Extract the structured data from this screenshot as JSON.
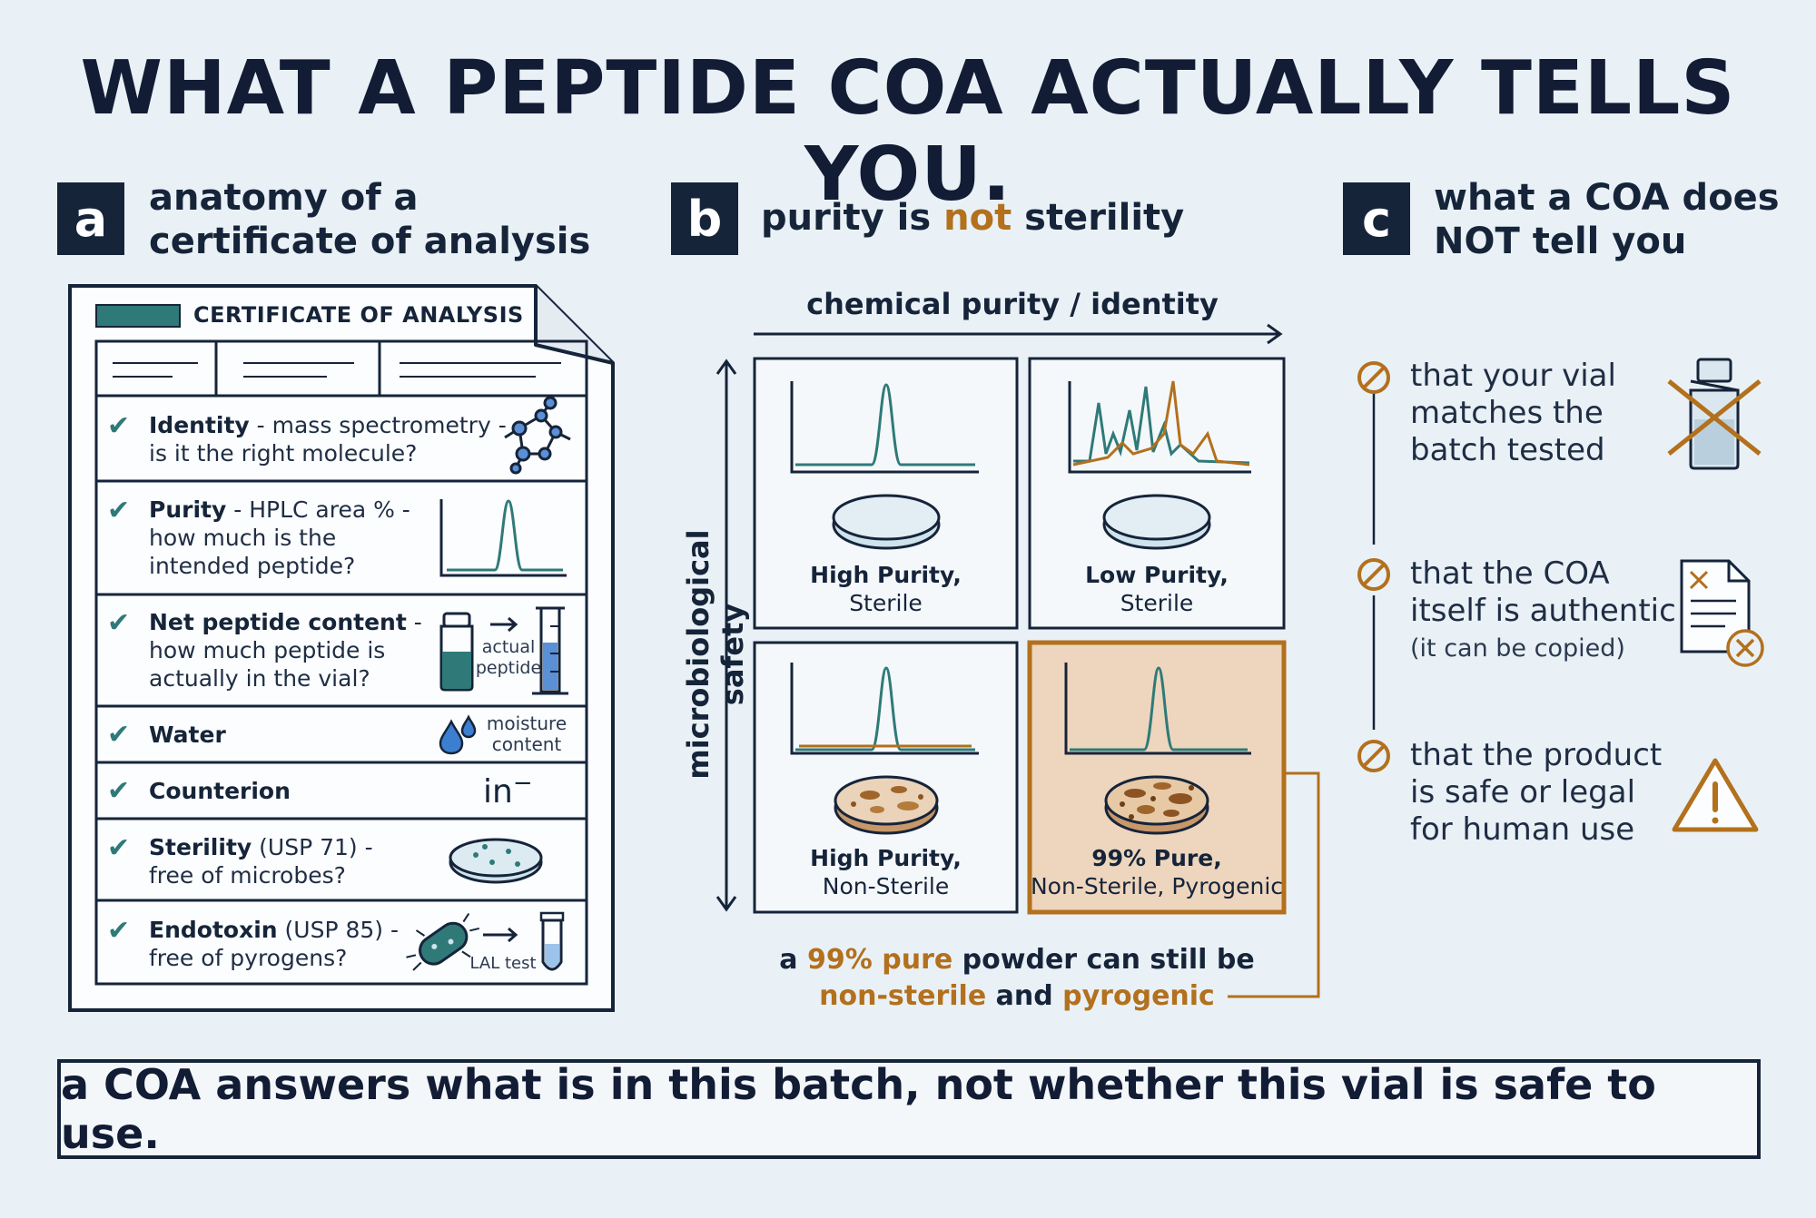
{
  "title": "WHAT A PEPTIDE COA ACTUALLY TELLS YOU.",
  "colors": {
    "navy": "#16243a",
    "teal": "#2f7a78",
    "amber": "#b3701d",
    "background": "#e9f1f6",
    "highlight": "#edd6bd"
  },
  "panel_a": {
    "badge": "a",
    "heading_line1": "anatomy of a",
    "heading_line2": "certificate of analysis",
    "doc_title": "CERTIFICATE OF ANALYSIS",
    "rows": [
      {
        "name": "Identity",
        "desc1": " - mass spectrometry -",
        "desc2": "is it the right molecule?",
        "desc3": "",
        "icon": "molecule-icon"
      },
      {
        "name": "Purity",
        "desc1": " - HPLC area % -",
        "desc2": "how much is the",
        "desc3": "intended peptide?",
        "icon": "hplc-chromatogram-icon"
      },
      {
        "name": "Net peptide content",
        "desc1": " -",
        "desc2": "how much peptide is",
        "desc3": "actually in the vial?",
        "icon": "vial-to-cylinder-icon",
        "icon_label1": "actual",
        "icon_label2": "peptide"
      },
      {
        "name": "Water",
        "desc1": "",
        "desc2": "",
        "desc3": "",
        "icon": "water-drops-icon",
        "icon_label1": "moisture",
        "icon_label2": "content"
      },
      {
        "name": "Counterion",
        "desc1": "",
        "desc2": "",
        "desc3": "",
        "icon": "ion-symbol",
        "icon_label1": "in",
        "icon_label2": "−"
      },
      {
        "name": "Sterility",
        "desc1": " (USP 71) -",
        "desc2": "free of microbes?",
        "desc3": "",
        "icon": "petri-dish-icon"
      },
      {
        "name": "Endotoxin",
        "desc1": " (USP 85) -",
        "desc2": "free of pyrogens?",
        "desc3": "",
        "icon": "bacteria-to-tube-icon",
        "icon_label1": "LAL test"
      }
    ]
  },
  "panel_b": {
    "badge": "b",
    "heading_pre": "purity is ",
    "heading_accent": "not",
    "heading_post": " sterility",
    "x_axis": "chemical purity / identity",
    "y_axis": "microbiological safety",
    "cells": [
      {
        "line1": "High Purity,",
        "line2": "Sterile"
      },
      {
        "line1": "Low Purity,",
        "line2": "Sterile"
      },
      {
        "line1": "High Purity,",
        "line2": "Non-Sterile"
      },
      {
        "line1": "99% Pure,",
        "line2": "Non-Sterile, Pyrogenic"
      }
    ],
    "caption": {
      "l1_a": "a ",
      "l1_b": "99% pure",
      "l1_c": " powder can still be",
      "l2_a": "non-sterile",
      "l2_b": " and ",
      "l2_c": "pyrogenic"
    }
  },
  "panel_c": {
    "badge": "c",
    "heading_line1": "what a COA does",
    "heading_line2": "NOT tell you",
    "items": [
      {
        "l1": "that your vial",
        "l2": "matches the",
        "l3": "batch tested",
        "icon": "crossed-vial-icon"
      },
      {
        "l1": "that the COA",
        "l2": "itself is authentic",
        "l3": "(it can be copied)",
        "icon": "document-x-icon"
      },
      {
        "l1": "that the product",
        "l2": "is safe or legal",
        "l3": "for human use",
        "icon": "warning-triangle-icon"
      }
    ]
  },
  "footer": "a COA answers what is in this batch, not whether this vial is safe to use."
}
